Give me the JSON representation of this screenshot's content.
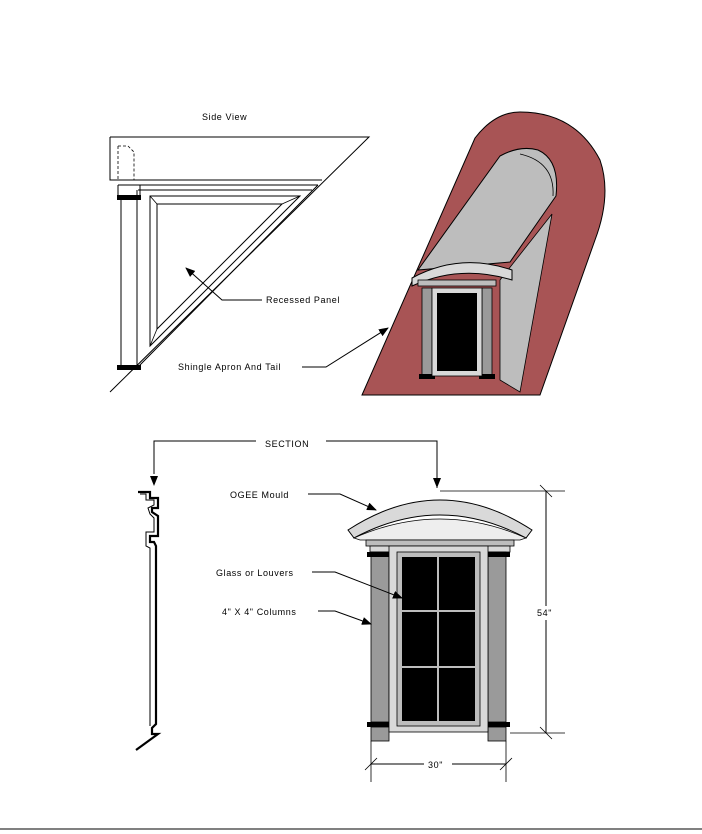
{
  "labels": {
    "side_view": "Side View",
    "recessed_panel": "Recessed Panel",
    "shingle_apron": "Shingle Apron And Tail",
    "section": "SECTION",
    "ogee_mould": "OGEE Mould",
    "glass_louvers": "Glass or Louvers",
    "columns": "4\" X 4\" Columns",
    "height_dim": "54\"",
    "width_dim": "30\""
  },
  "colors": {
    "roof": "#a85455",
    "roof_outline": "#000000",
    "dormer_gray": "#bdbdbd",
    "dormer_light": "#d9d9d9",
    "trim_gray": "#9a9a9a",
    "glass": "#000000",
    "background": "#ffffff"
  }
}
